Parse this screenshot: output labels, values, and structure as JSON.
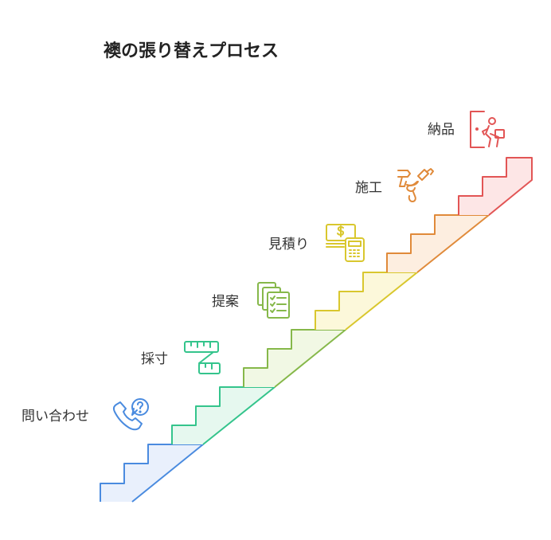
{
  "title": "襖の張り替えプロセス",
  "steps": [
    {
      "label": "問い合わせ",
      "icon": "phone-question-icon",
      "color": "#4a8bdf",
      "fill": "#e9f0fc"
    },
    {
      "label": "採寸",
      "icon": "measuring-tape-icon",
      "color": "#34c48c",
      "fill": "#e6f8ef"
    },
    {
      "label": "提案",
      "icon": "checklist-documents-icon",
      "color": "#86b84a",
      "fill": "#f1f8e4"
    },
    {
      "label": "見積り",
      "icon": "money-calculator-icon",
      "color": "#d9c72e",
      "fill": "#fcf8da"
    },
    {
      "label": "施工",
      "icon": "glue-gun-icon",
      "color": "#e08a3a",
      "fill": "#fdeee0"
    },
    {
      "label": "納品",
      "icon": "delivery-person-icon",
      "color": "#e25555",
      "fill": "#fde6e6"
    }
  ]
}
